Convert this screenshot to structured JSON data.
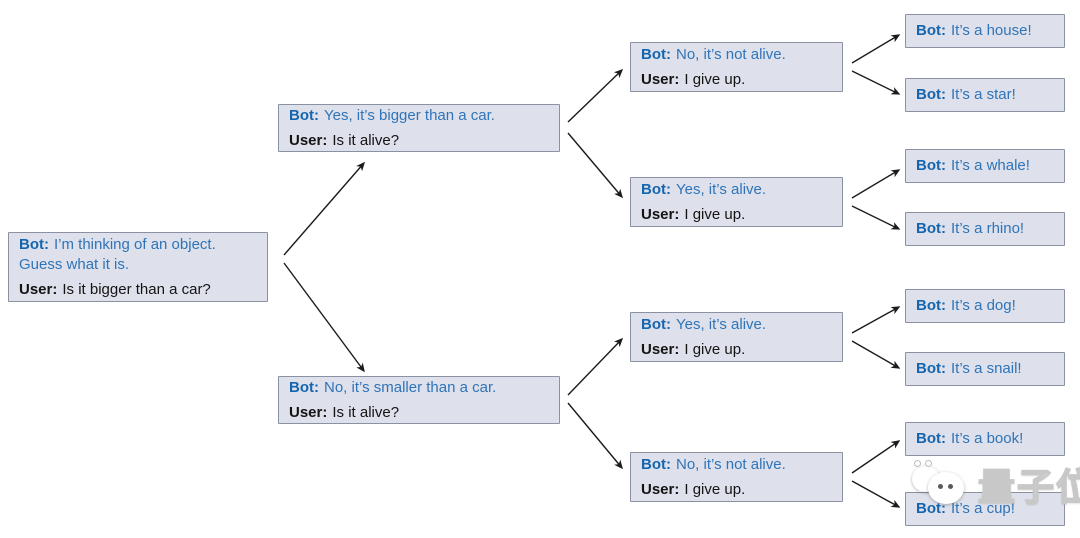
{
  "labels": {
    "bot": "Bot:",
    "user": "User:"
  },
  "nodes": {
    "root": {
      "bot": "I’m thinking of an object. Guess what it is.",
      "user": "Is it bigger than a car?"
    },
    "bigger": {
      "bot": "Yes, it’s bigger than a car.",
      "user": "Is it alive?"
    },
    "smaller": {
      "bot": "No, it’s smaller than a car.",
      "user": "Is it alive?"
    },
    "bigger_not_alive": {
      "bot": "No, it’s not alive.",
      "user": "I give up."
    },
    "bigger_alive": {
      "bot": "Yes, it’s alive.",
      "user": "I give up."
    },
    "smaller_alive": {
      "bot": "Yes, it’s alive.",
      "user": "I give up."
    },
    "smaller_not_alive": {
      "bot": "No, it’s not alive.",
      "user": "I give up."
    },
    "house": {
      "bot": "It’s a house!"
    },
    "star": {
      "bot": "It’s a star!"
    },
    "whale": {
      "bot": "It’s a whale!"
    },
    "rhino": {
      "bot": "It’s a rhino!"
    },
    "dog": {
      "bot": "It’s a dog!"
    },
    "snail": {
      "bot": "It’s a snail!"
    },
    "book": {
      "bot": "It’s a book!"
    },
    "cup": {
      "bot": "It’s a cup!"
    }
  },
  "watermark": {
    "text": "量子位"
  },
  "colors": {
    "bot_label": "#1565af",
    "bot_text": "#2f74b8",
    "user_text": "#141414",
    "box_bg": "#dee1eb",
    "box_border": "#8a91a2",
    "arrow": "#1b1b1b",
    "background": "#ffffff"
  }
}
